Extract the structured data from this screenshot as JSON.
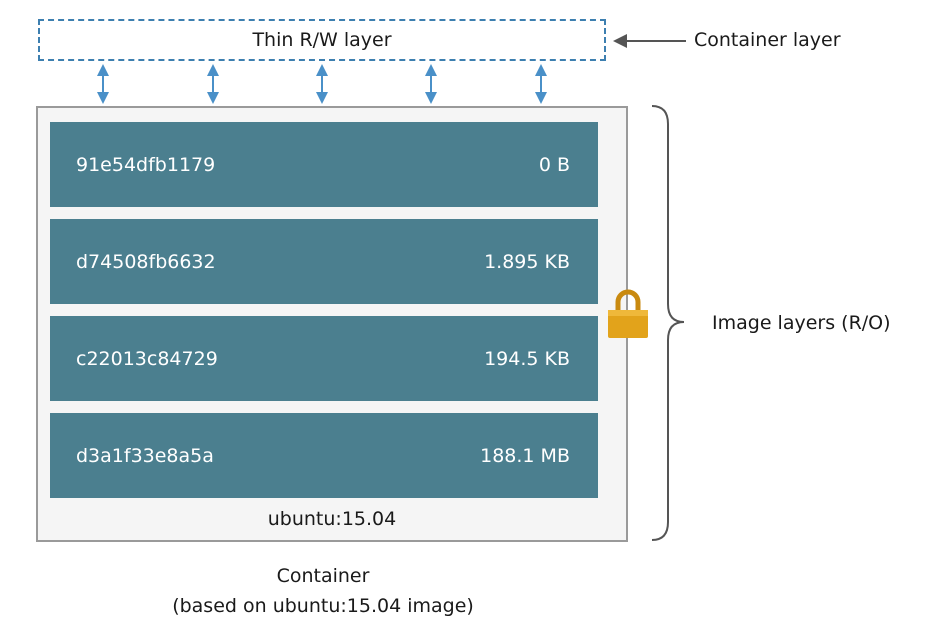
{
  "container_layer": {
    "box_label": "Thin R/W layer",
    "side_label": "Container layer"
  },
  "image_layers": {
    "side_label": "Image layers (R/O)",
    "layers": [
      {
        "id": "91e54dfb1179",
        "size": "0 B"
      },
      {
        "id": "d74508fb6632",
        "size": "1.895 KB"
      },
      {
        "id": "c22013c84729",
        "size": "194.5 KB"
      },
      {
        "id": "d3a1f33e8a5a",
        "size": "188.1 MB"
      }
    ],
    "base_image": "ubuntu:15.04"
  },
  "caption": {
    "line1": "Container",
    "line2": "(based on ubuntu:15.04 image)"
  },
  "icons": {
    "lock": "lock-icon",
    "arrows": "double-arrow-icon"
  },
  "colors": {
    "layer_fill": "#4b7f8f",
    "dashed_border": "#3d7fb0",
    "arrow": "#4a90c8",
    "lock": "#e2a31b"
  }
}
